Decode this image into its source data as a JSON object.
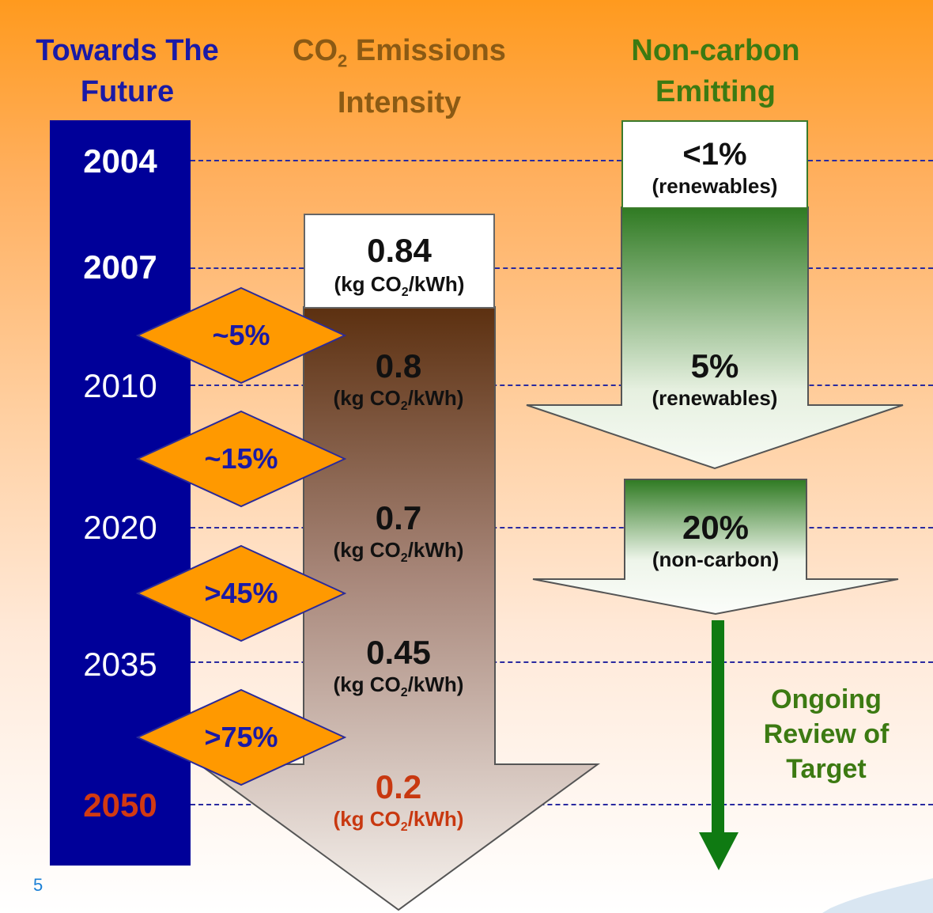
{
  "headers": {
    "timeline": [
      "Towards The",
      "Future"
    ],
    "co2": {
      "line1_prefix": "CO",
      "line1_sub": "2",
      "line1_suffix": " Emissions",
      "line2": "Intensity"
    },
    "noncarbon": [
      "Non-carbon",
      "Emitting"
    ]
  },
  "years": [
    "2004",
    "2007",
    "2010",
    "2020",
    "2035",
    "2050"
  ],
  "co2_intensity": {
    "unit_prefix": "(kg CO",
    "unit_sub": "2",
    "unit_suffix": "/kWh)",
    "values": [
      "0.84",
      "0.8",
      "0.7",
      "0.45",
      "0.2"
    ]
  },
  "reductions": [
    "~5%",
    "~15%",
    ">45%",
    ">75%"
  ],
  "noncarbon_targets": [
    {
      "value": "<1%",
      "label": "(renewables)"
    },
    {
      "value": "5%",
      "label": "(renewables)"
    },
    {
      "value": "20%",
      "label": "(non-carbon)"
    }
  ],
  "ongoing_review": [
    "Ongoing",
    "Review of",
    "Target"
  ],
  "page_number": "5",
  "colors": {
    "year_bar": "#000099",
    "diamond": "#ff9900",
    "co2_arrow_top": "#5c3010",
    "noncarbon_arrow_top": "#2f7a22",
    "target_year": "#d23a12"
  }
}
